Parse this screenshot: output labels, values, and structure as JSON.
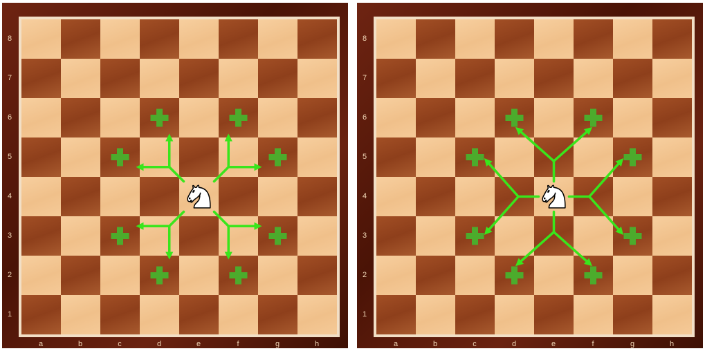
{
  "boards": [
    {
      "id": "left",
      "knight_square": "e4",
      "target_squares": [
        "d6",
        "f6",
        "c5",
        "g5",
        "c3",
        "g3",
        "d2",
        "f2"
      ]
    },
    {
      "id": "right",
      "knight_square": "e4",
      "target_squares": [
        "d6",
        "f6",
        "c5",
        "g5",
        "c3",
        "g3",
        "d2",
        "f2"
      ]
    }
  ],
  "files": [
    "a",
    "b",
    "c",
    "d",
    "e",
    "f",
    "g",
    "h"
  ],
  "ranks": [
    "8",
    "7",
    "6",
    "5",
    "4",
    "3",
    "2",
    "1"
  ],
  "piece": {
    "name": "knight",
    "color": "white",
    "icon": "knight-icon"
  },
  "marker_icon": "plus-icon",
  "colors": {
    "frame": "#5a1a0a",
    "light_square": "#f3c690",
    "dark_square": "#9a4a22",
    "arrow": "#39e51c",
    "marker": "#4cab2c",
    "coordinate_label": "#f0d6b6"
  }
}
